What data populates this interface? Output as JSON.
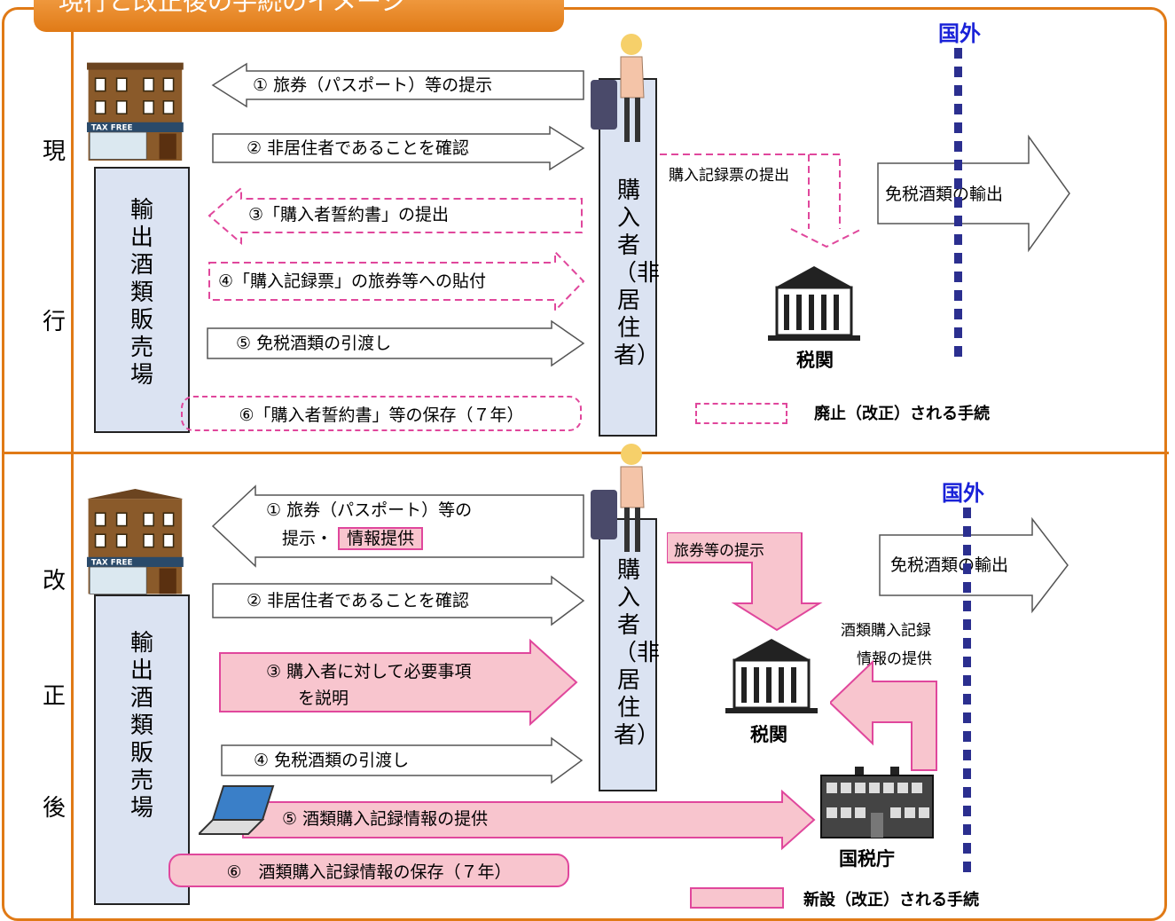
{
  "title": "現行と改正後の手続のイメージ",
  "current": {
    "side_label": [
      "現",
      "行"
    ],
    "shop_label": "輸出酒類販売場",
    "buyer_label": "購入者（非居住者）",
    "steps": [
      "① 旅券（パスポート）等の提示",
      "② 非居住者であることを確認",
      "③「購入者誓約書」の提出",
      "④「購入記録票」の旅券等への貼付",
      "⑤ 免税酒類の引渡し",
      "⑥「購入者誓約書」等の保存（７年）"
    ],
    "submit_label": "購入記録票の提出",
    "export_label": "免税酒類の輸出",
    "customs_label": "税関",
    "foreign_label": "国外",
    "legend_text": "廃止（改正）される手続"
  },
  "revised": {
    "side_label": [
      "改",
      "正",
      "後"
    ],
    "shop_label": "輸出酒類販売場",
    "buyer_label": "購入者（非居住者）",
    "step1_line1": "① 旅券（パスポート）等の",
    "step1_line2": "提示・",
    "step1_highlight": "情報提供",
    "step2": "② 非居住者であることを確認",
    "step3_line1": "③ 購入者に対して必要事項",
    "step3_line2": "を説明",
    "step4": "④ 免税酒類の引渡し",
    "step5": "⑤ 酒類購入記録情報の提供",
    "step6": "⑥　酒類購入記録情報の保存（７年）",
    "passport_label": "旅券等の提示",
    "info_label_1": "酒類購入記録",
    "info_label_2": "情報の提供",
    "export_label": "免税酒類の輸出",
    "customs_label": "税関",
    "nta_label": "国税庁",
    "foreign_label": "国外",
    "legend_text": "新設（改正）される手続"
  },
  "icons": [
    "shop-building-icon",
    "buyer-traveler-icon",
    "customs-building-icon",
    "nta-building-icon",
    "laptop-icon"
  ],
  "colors": {
    "frame": "#e07a16",
    "highlight_fill": "#f8c5ce",
    "highlight_border": "#e0479c",
    "column_fill": "#dbe3f2",
    "border_line": "#2b2f8f",
    "foreign_text": "#1a22d8"
  }
}
